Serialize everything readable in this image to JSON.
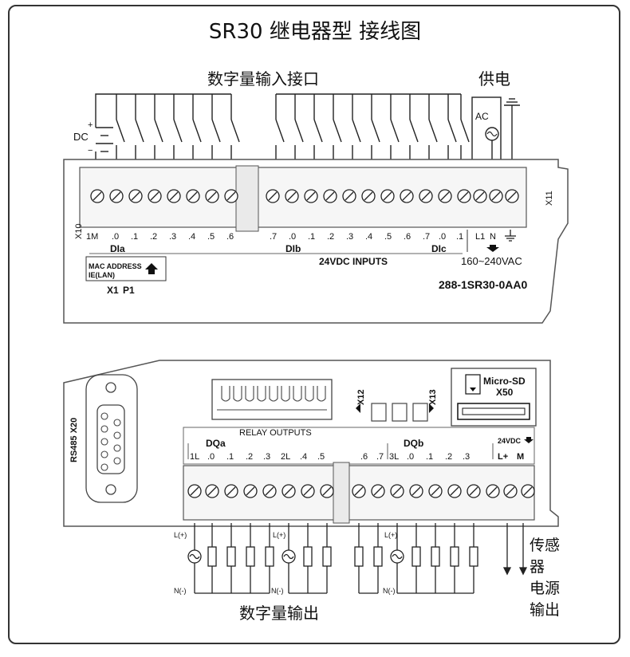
{
  "title": "SR30 继电器型 接线图",
  "top_section": {
    "digital_input_label": "数字量输入接口",
    "power_label": "供电",
    "dc_label": "DC",
    "dc_plus": "+",
    "dc_minus": "−",
    "ac_label": "AC",
    "x10": "X10",
    "x11": "X11",
    "terminals": [
      "1M",
      ".0",
      ".1",
      ".2",
      ".3",
      ".4",
      ".5",
      ".6",
      ".7",
      ".0",
      ".1",
      ".2",
      ".3",
      ".4",
      ".5",
      ".6",
      ".7",
      ".0",
      ".1"
    ],
    "power_terminals": [
      "L1",
      "N"
    ],
    "group_dia": "DIa",
    "group_dib": "DIb",
    "group_dic": "DIc",
    "inputs_caption": "24VDC INPUTS",
    "voltage_range": "160~240VAC",
    "mac_address": "MAC ADDRESS",
    "ie_lan": "IE(LAN)",
    "x1": "X1",
    "p1": "P1",
    "model_number": "288-1SR30-0AA0"
  },
  "bottom_section": {
    "rs485": "RS485 X20",
    "x12": "X12",
    "x13": "X13",
    "micro_sd": "Micro-SD",
    "x50": "X50",
    "relay_outputs": "RELAY OUTPUTS",
    "group_dqa": "DQa",
    "group_dqb": "DQb",
    "supply_24vdc": "24VDC",
    "terminals_a": [
      "1L",
      ".0",
      ".1",
      ".2",
      ".3",
      "2L",
      ".4",
      ".5",
      ".6",
      ".7"
    ],
    "terminals_b": [
      "3L",
      ".0",
      ".1",
      ".2",
      ".3"
    ],
    "supply_terminals": [
      "L+",
      "M"
    ],
    "l_plus": "L(+)",
    "n_minus": "N(-)",
    "sensor_supply_lines": [
      "传感",
      "器",
      "电源",
      "输出"
    ],
    "digital_output_label": "数字量输出"
  }
}
